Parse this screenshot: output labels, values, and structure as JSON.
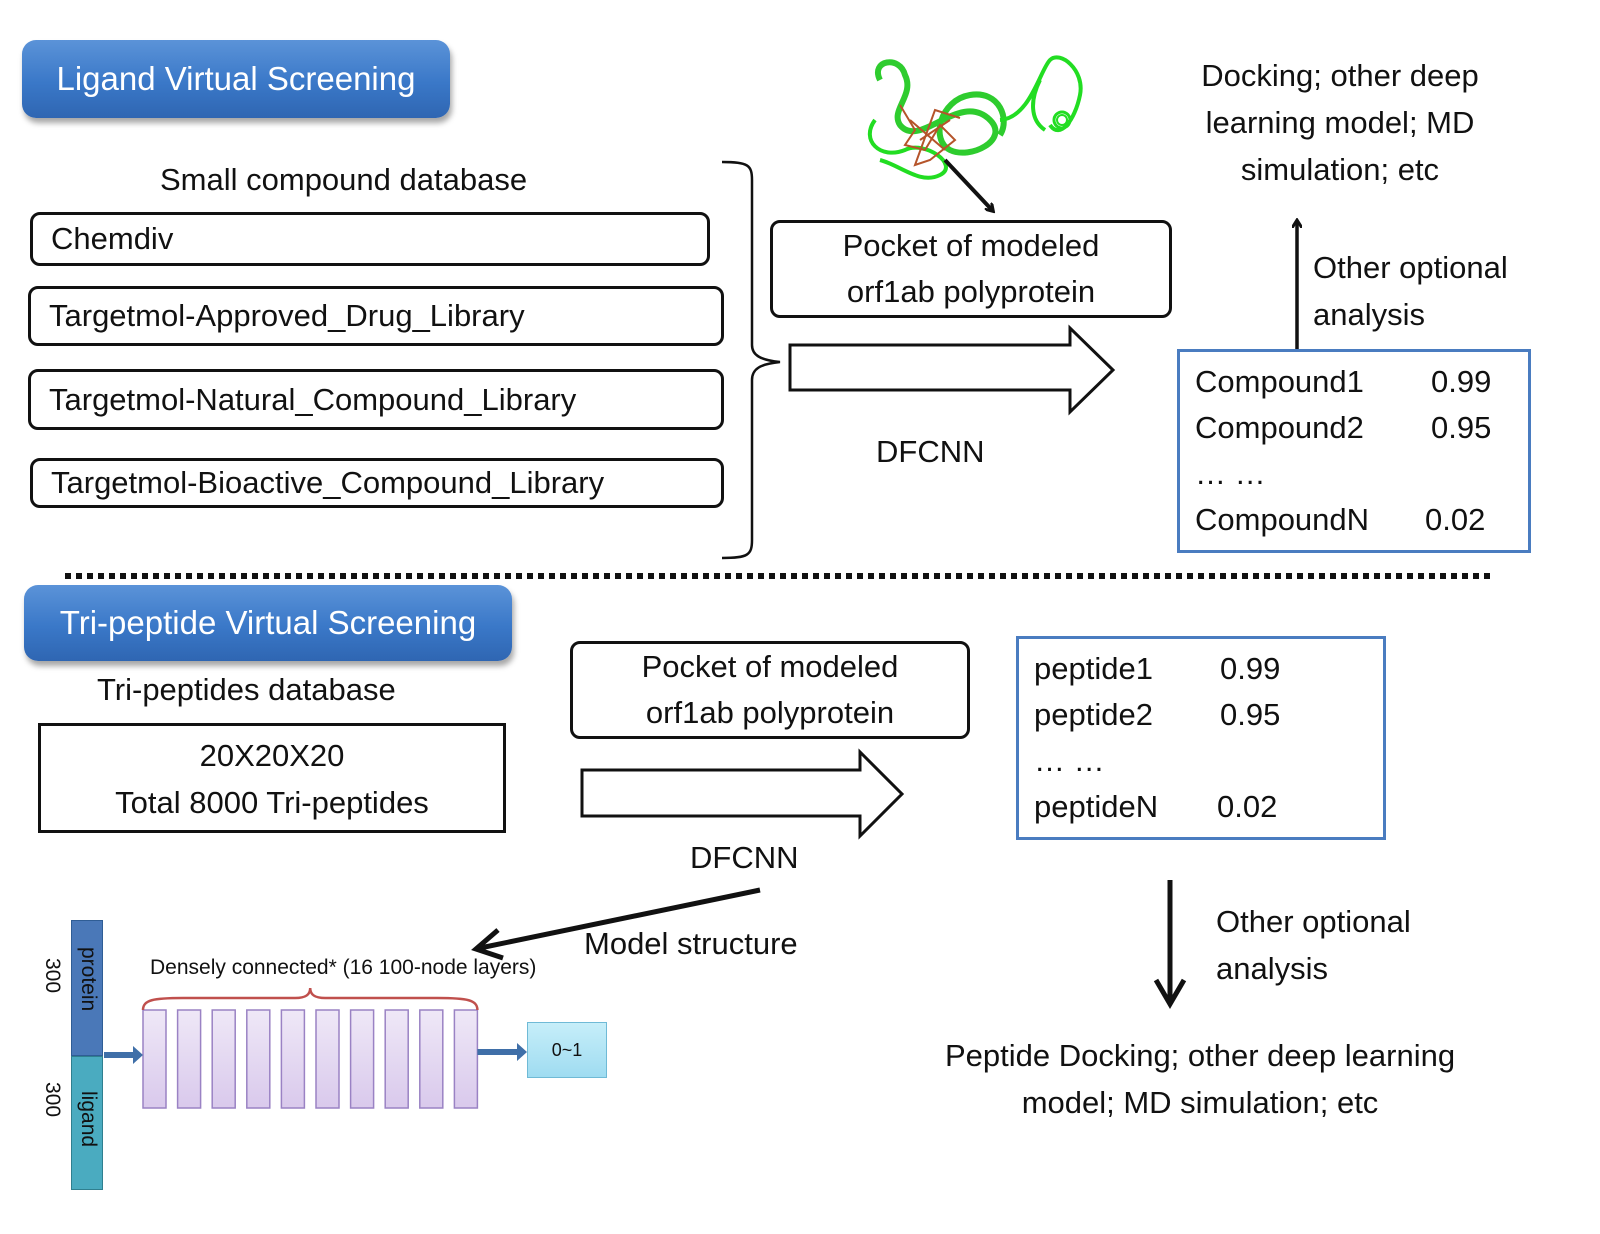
{
  "ligand_section": {
    "banner": "Ligand Virtual Screening",
    "database_title": "Small compound database",
    "databases": [
      "Chemdiv",
      "Targetmol-Approved_Drug_Library",
      "Targetmol-Natural_Compound_Library",
      "Targetmol-Bioactive_Compound_Library"
    ],
    "pocket_line1": "Pocket of modeled",
    "pocket_line2": "orf1ab polyprotein",
    "method": "DFCNN",
    "results": [
      {
        "name": "Compound1",
        "score": "0.99"
      },
      {
        "name": "Compound2",
        "score": "0.95"
      },
      {
        "name": "… …",
        "score": ""
      },
      {
        "name": "CompoundN",
        "score": "0.02"
      }
    ],
    "optional_line1": "Other optional",
    "optional_line2": "analysis",
    "downstream_line1": "Docking; other deep",
    "downstream_line2": "learning model; MD",
    "downstream_line3": "simulation; etc",
    "protein_image": "protein-structure-ribbon"
  },
  "peptide_section": {
    "banner": "Tri-peptide Virtual Screening",
    "database_title": "Tri-peptides database",
    "database_line1": "20X20X20",
    "database_line2": "Total 8000 Tri-peptides",
    "pocket_line1": "Pocket of modeled",
    "pocket_line2": "orf1ab polyprotein",
    "method": "DFCNN",
    "results": [
      {
        "name": "peptide1",
        "score": "0.99"
      },
      {
        "name": "peptide2",
        "score": "0.95"
      },
      {
        "name": "… …",
        "score": ""
      },
      {
        "name": "peptideN",
        "score": "0.02"
      }
    ],
    "optional_line1": "Other optional",
    "optional_line2": "analysis",
    "downstream_line1": "Peptide Docking; other deep learning",
    "downstream_line2": "model; MD simulation; etc",
    "model_structure_label": "Model structure"
  },
  "model": {
    "dense_label": "Densely connected* (16 100-node layers)",
    "protein_label": "protein",
    "ligand_label": "ligand",
    "protein_dim": "300",
    "ligand_dim": "300",
    "output_label": "0~1",
    "layer_count_drawn": 10,
    "colors": {
      "protein": "#4a78b8",
      "ligand": "#4aabc0",
      "layer": "#d9c9ec",
      "layer_border": "#9a82c4",
      "brace": "#c0504d",
      "output": "#a9e3f5",
      "arrow": "#3f6fa8"
    }
  },
  "colors": {
    "banner": "#3a78c8",
    "result_border": "#4a7cc0",
    "separator": "#111111"
  }
}
